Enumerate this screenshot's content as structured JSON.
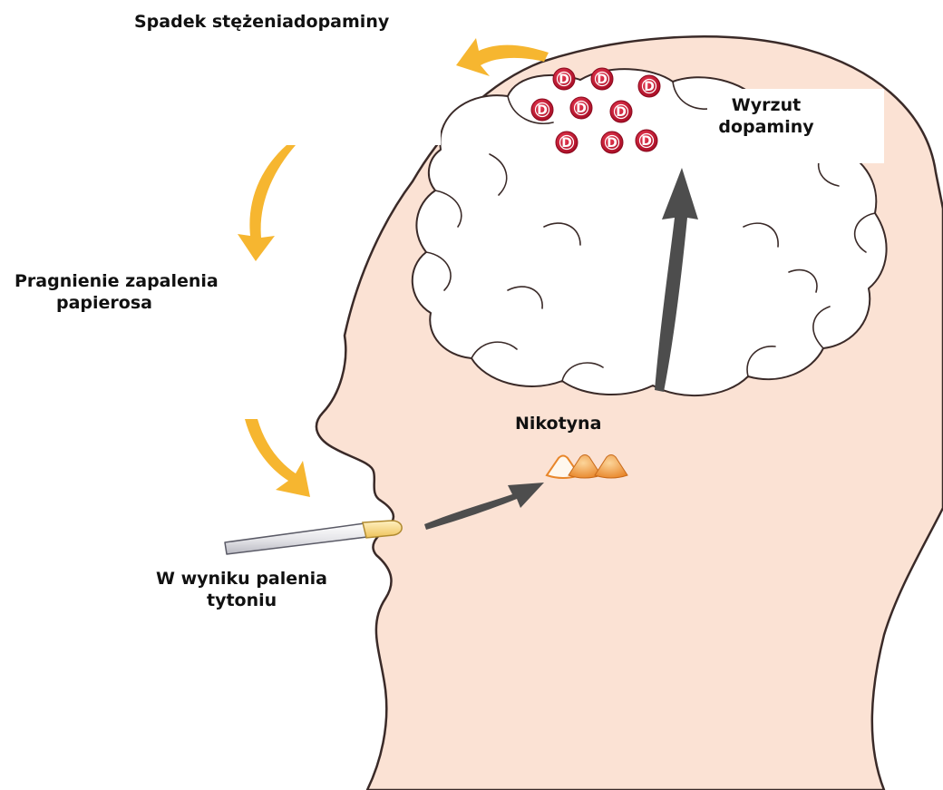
{
  "labels": {
    "dopamine_drop": "Spadek stężeniadopaminy",
    "dopamine_release_line1": "Wyrzut",
    "dopamine_release_line2": "dopaminy",
    "craving_line1": "Pragnienie zapalenia",
    "craving_line2": "papierosa",
    "nicotine": "Nikotyna",
    "smoking_line1": "W wyniku palenia",
    "smoking_line2": "tytoniu"
  },
  "dopamine_marker_letter": "D",
  "colors": {
    "skin": "#fbe2d4",
    "outline": "#3a2a28",
    "brain": "#ffffff",
    "dopamine": "#c8102e",
    "cycle_arrow": "#f6b630",
    "flow_arrow": "#4d4d4d",
    "nicotine": "#f3a13e",
    "cigarette_filter": "#f7d580"
  }
}
